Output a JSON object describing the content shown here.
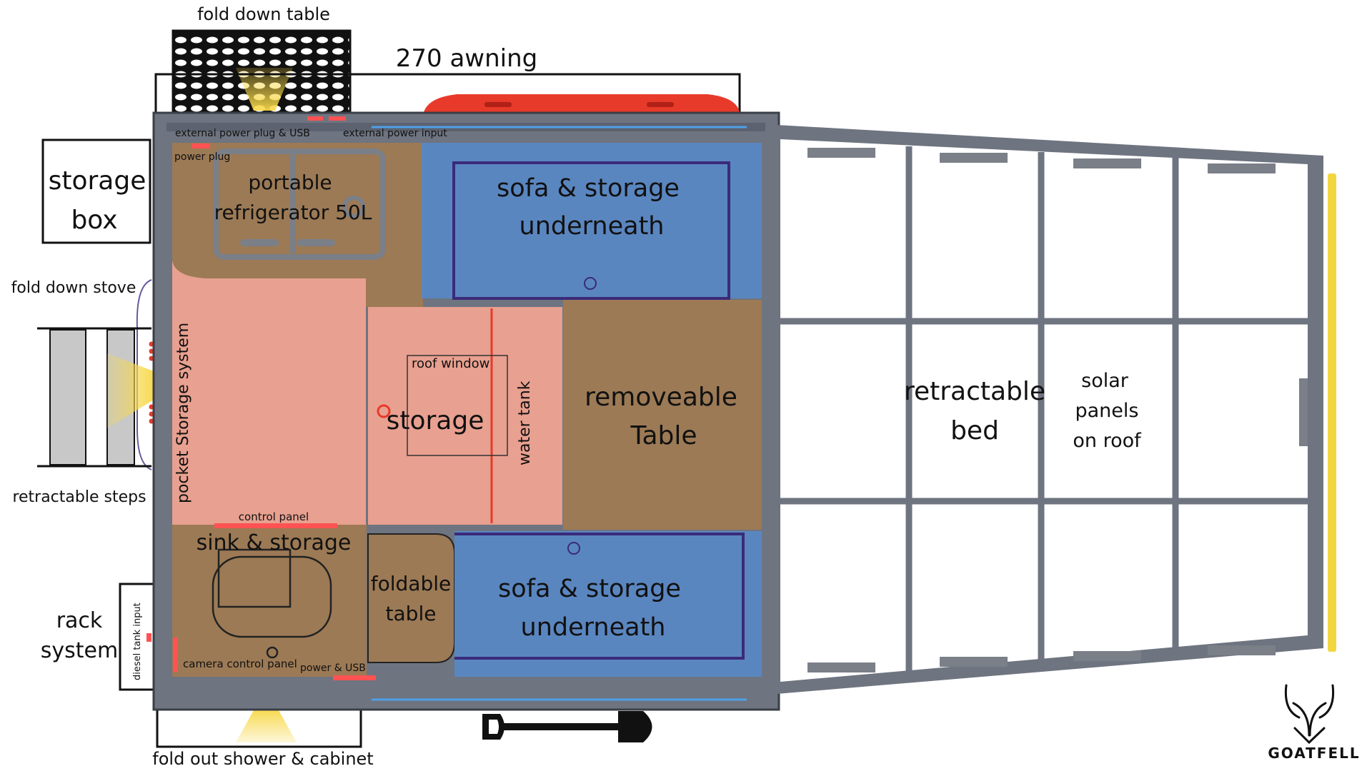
{
  "labels": {
    "fold_down_table": "fold down table",
    "awning": "270 awning",
    "storage_box": [
      "storage",
      "box"
    ],
    "fold_down_stove": "fold down stove",
    "retractable_steps": "retractable steps",
    "rack_system": [
      "rack",
      "system"
    ],
    "fold_out_shower": "fold out shower & cabinet",
    "external_power_plug": "external power plug & USB",
    "external_power_input": "external power input",
    "power_plug": "power plug",
    "portable_refrigerator": [
      "portable",
      "refrigerator  50L"
    ],
    "sofa_top": [
      "sofa & storage",
      "underneath"
    ],
    "pocket_storage": "pocket Storage system",
    "roof_window": "roof window",
    "storage": "storage",
    "water_tank": "water tank",
    "removeable_table": [
      "removeable",
      "Table"
    ],
    "control_panel": "control panel",
    "sink_storage": "sink & storage",
    "foldable_table": [
      "foldable",
      "table"
    ],
    "sofa_bottom": [
      "sofa & storage",
      "underneath"
    ],
    "diesel_tank_input": "diesel tank input",
    "camera_control_panel": "camera control panel",
    "power_usb": "power & USB",
    "retractable_bed": [
      "retractable",
      "bed"
    ],
    "solar_panels": [
      "solar",
      "panels",
      "on roof"
    ]
  },
  "brand": {
    "name": "GOATFELL"
  },
  "icons": {
    "shovel": "shovel-icon",
    "goat_logo": "goat-head-logo"
  },
  "colors": {
    "wood": "#9c7a55",
    "sofa_blue": "#5a86c0",
    "salmon": "#e8a090",
    "frame": "#6e7480",
    "awning_red": "#e83a2a",
    "light_yellow": "#f7d84a"
  }
}
